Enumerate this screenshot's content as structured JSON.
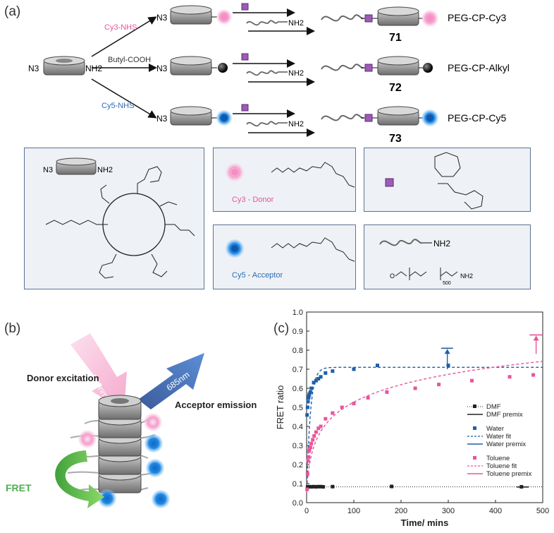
{
  "panel_a": {
    "label": "(a)",
    "start_left": "N3",
    "start_right": "NH2",
    "reagents": {
      "cy3": "Cy3-NHS",
      "butyl": "Butyl-COOH",
      "cy5": "Cy5-NHS"
    },
    "peg_amine": "NH2",
    "row_left_label": "N3",
    "products": [
      {
        "name": "PEG-CP-Cy3",
        "number": "71",
        "end_color": "#f06fb0"
      },
      {
        "name": "PEG-CP-Alkyl",
        "number": "72",
        "end_color": "#222222"
      },
      {
        "name": "PEG-CP-Cy5",
        "number": "73",
        "end_color": "#1e88e5"
      }
    ],
    "legend": {
      "cp_left": "N3",
      "cp_right": "NH2",
      "cy3_label": "Cy3 - Donor",
      "cy5_label": "Cy5 - Acceptor",
      "peg_nh2": "NH2",
      "peg_formula_n": "500",
      "peg_formula_end": "NH2",
      "peg_formula_start": "O"
    },
    "colors": {
      "cy3": "#e8559b",
      "cy5": "#2b6db5",
      "box_border": "#5a7395",
      "box_fill": "#eef1f5",
      "linker": "#9c5bb5"
    }
  },
  "panel_b": {
    "label": "(b)",
    "excitation_wavelength": "500nm",
    "emission_wavelength": "685nm",
    "donor_text": "Donor excitation",
    "acceptor_text": "Acceptor emission",
    "fret_text": "FRET"
  },
  "panel_c": {
    "label": "(c)",
    "chart_data": {
      "type": "scatter",
      "xlabel": "Time/ mins",
      "ylabel": "FRET ratio",
      "xlim": [
        0,
        500
      ],
      "ylim": [
        0.0,
        1.0
      ],
      "xticks": [
        0,
        100,
        200,
        300,
        400,
        500
      ],
      "yticks": [
        0.0,
        0.1,
        0.2,
        0.3,
        0.4,
        0.5,
        0.6,
        0.7,
        0.8,
        0.9,
        1.0
      ],
      "series": [
        {
          "name": "DMF",
          "color": "#222222",
          "marker": "square",
          "points": [
            [
              2,
              0.082
            ],
            [
              5,
              0.084
            ],
            [
              10,
              0.083
            ],
            [
              15,
              0.084
            ],
            [
              20,
              0.083
            ],
            [
              25,
              0.084
            ],
            [
              30,
              0.084
            ],
            [
              35,
              0.083
            ],
            [
              55,
              0.084
            ],
            [
              180,
              0.085
            ],
            [
              455,
              0.083
            ]
          ]
        },
        {
          "name": "DMF premix",
          "color": "#222222",
          "line": "solid",
          "points": [
            [
              445,
              0.082
            ],
            [
              470,
              0.082
            ]
          ]
        },
        {
          "name": "Water",
          "color": "#1f5fa8",
          "marker": "square",
          "points": [
            [
              1,
              0.46
            ],
            [
              2,
              0.5
            ],
            [
              3,
              0.53
            ],
            [
              4,
              0.55
            ],
            [
              5,
              0.56
            ],
            [
              6,
              0.57
            ],
            [
              8,
              0.58
            ],
            [
              10,
              0.6
            ],
            [
              15,
              0.63
            ],
            [
              20,
              0.64
            ],
            [
              25,
              0.65
            ],
            [
              30,
              0.66
            ],
            [
              40,
              0.68
            ],
            [
              55,
              0.69
            ],
            [
              100,
              0.7
            ],
            [
              150,
              0.72
            ],
            [
              300,
              0.72
            ]
          ]
        },
        {
          "name": "Water fit",
          "color": "#1f5fa8",
          "line": "dashed",
          "model": "0.71*(1-exp(-t/8))+0.05"
        },
        {
          "name": "Water premix",
          "color": "#1f5fa8",
          "line": "solid",
          "points": [
            [
              285,
              0.81
            ],
            [
              310,
              0.81
            ]
          ],
          "arrow_from": [
            298,
            0.7
          ],
          "arrow_to": [
            298,
            0.81
          ]
        },
        {
          "name": "Toluene",
          "color": "#e8559b",
          "marker": "square",
          "points": [
            [
              1,
              0.07
            ],
            [
              2,
              0.15
            ],
            [
              3,
              0.22
            ],
            [
              4,
              0.24
            ],
            [
              5,
              0.27
            ],
            [
              6,
              0.28
            ],
            [
              8,
              0.29
            ],
            [
              10,
              0.31
            ],
            [
              13,
              0.33
            ],
            [
              16,
              0.35
            ],
            [
              20,
              0.37
            ],
            [
              25,
              0.39
            ],
            [
              30,
              0.4
            ],
            [
              40,
              0.44
            ],
            [
              55,
              0.47
            ],
            [
              75,
              0.5
            ],
            [
              100,
              0.52
            ],
            [
              130,
              0.55
            ],
            [
              170,
              0.58
            ],
            [
              230,
              0.6
            ],
            [
              280,
              0.62
            ],
            [
              350,
              0.64
            ],
            [
              430,
              0.66
            ],
            [
              480,
              0.67
            ]
          ]
        },
        {
          "name": "Toluene fit",
          "color": "#e8559b",
          "line": "dashed",
          "model": "0.05+0.135*ln(1+t/3)"
        },
        {
          "name": "Toluene premix",
          "color": "#e8559b",
          "line": "solid",
          "points": [
            [
              472,
              0.88
            ],
            [
              500,
              0.88
            ]
          ],
          "arrow_from": [
            486,
            0.78
          ],
          "arrow_to": [
            486,
            0.88
          ]
        }
      ],
      "legend_groups": [
        [
          "DMF",
          "DMF premix"
        ],
        [
          "Water",
          "Water fit",
          "Water premix"
        ],
        [
          "Toluene",
          "Toluene fit",
          "Toluene premix"
        ]
      ],
      "legend_position": "center-right",
      "grid": false
    }
  }
}
